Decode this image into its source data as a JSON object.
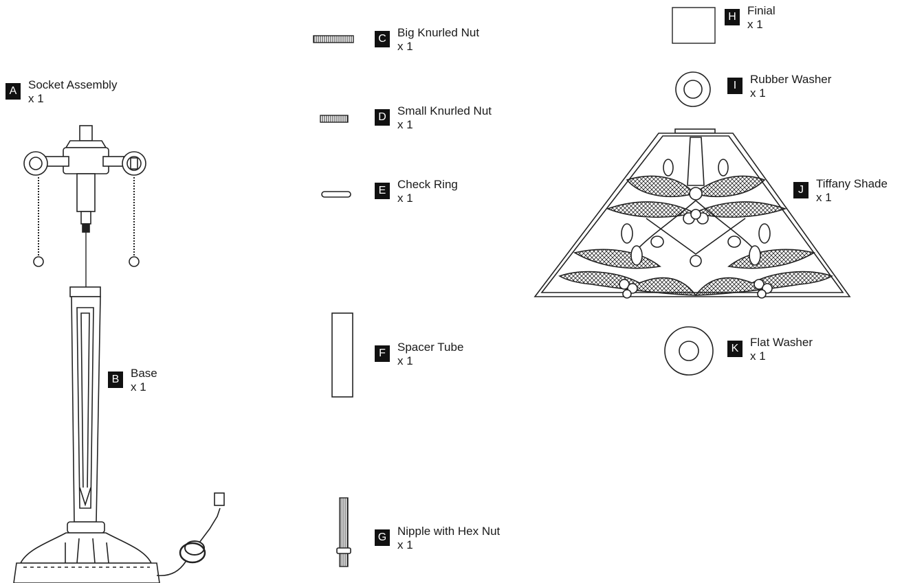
{
  "parts": [
    {
      "letter": "A",
      "name": "Socket Assembly",
      "qty": "x 1",
      "icon": "socket-assembly"
    },
    {
      "letter": "B",
      "name": "Base",
      "qty": "x 1",
      "icon": "lamp-base"
    },
    {
      "letter": "C",
      "name": "Big Knurled Nut",
      "qty": "x 1",
      "icon": "big-knurled-nut"
    },
    {
      "letter": "D",
      "name": "Small Knurled Nut",
      "qty": "x 1",
      "icon": "small-knurled-nut"
    },
    {
      "letter": "E",
      "name": "Check Ring",
      "qty": "x 1",
      "icon": "check-ring"
    },
    {
      "letter": "F",
      "name": "Spacer Tube",
      "qty": "x 1",
      "icon": "spacer-tube"
    },
    {
      "letter": "G",
      "name": "Nipple with Hex Nut",
      "qty": "x 1",
      "icon": "nipple-hex-nut"
    },
    {
      "letter": "H",
      "name": "Finial",
      "qty": "x 1",
      "icon": "finial"
    },
    {
      "letter": "I",
      "name": "Rubber Washer",
      "qty": "x 1",
      "icon": "rubber-washer"
    },
    {
      "letter": "J",
      "name": "Tiffany Shade",
      "qty": "x 1",
      "icon": "tiffany-shade"
    },
    {
      "letter": "K",
      "name": "Flat Washer",
      "qty": "x 1",
      "icon": "flat-washer"
    }
  ]
}
